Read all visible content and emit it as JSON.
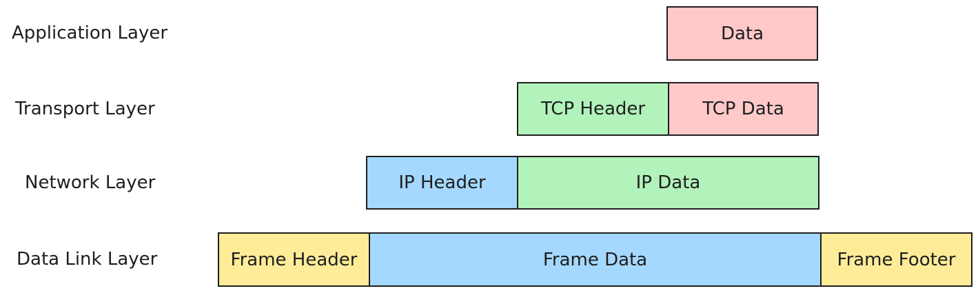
{
  "layers": {
    "application": {
      "label": "Application Layer",
      "segments": [
        "Data"
      ]
    },
    "transport": {
      "label": "Transport Layer",
      "segments": [
        "TCP Header",
        "TCP Data"
      ]
    },
    "network": {
      "label": "Network Layer",
      "segments": [
        "IP Header",
        "IP Data"
      ]
    },
    "data_link": {
      "label": "Data Link Layer",
      "segments": [
        "Frame Header",
        "Frame Data",
        "Frame Footer"
      ]
    }
  },
  "colors": {
    "data_pink": "#ffc9c9",
    "header_green": "#b2f2bb",
    "header_blue": "#a5d8ff",
    "frame_yellow": "#ffec99",
    "stroke": "#1e1e1e"
  }
}
